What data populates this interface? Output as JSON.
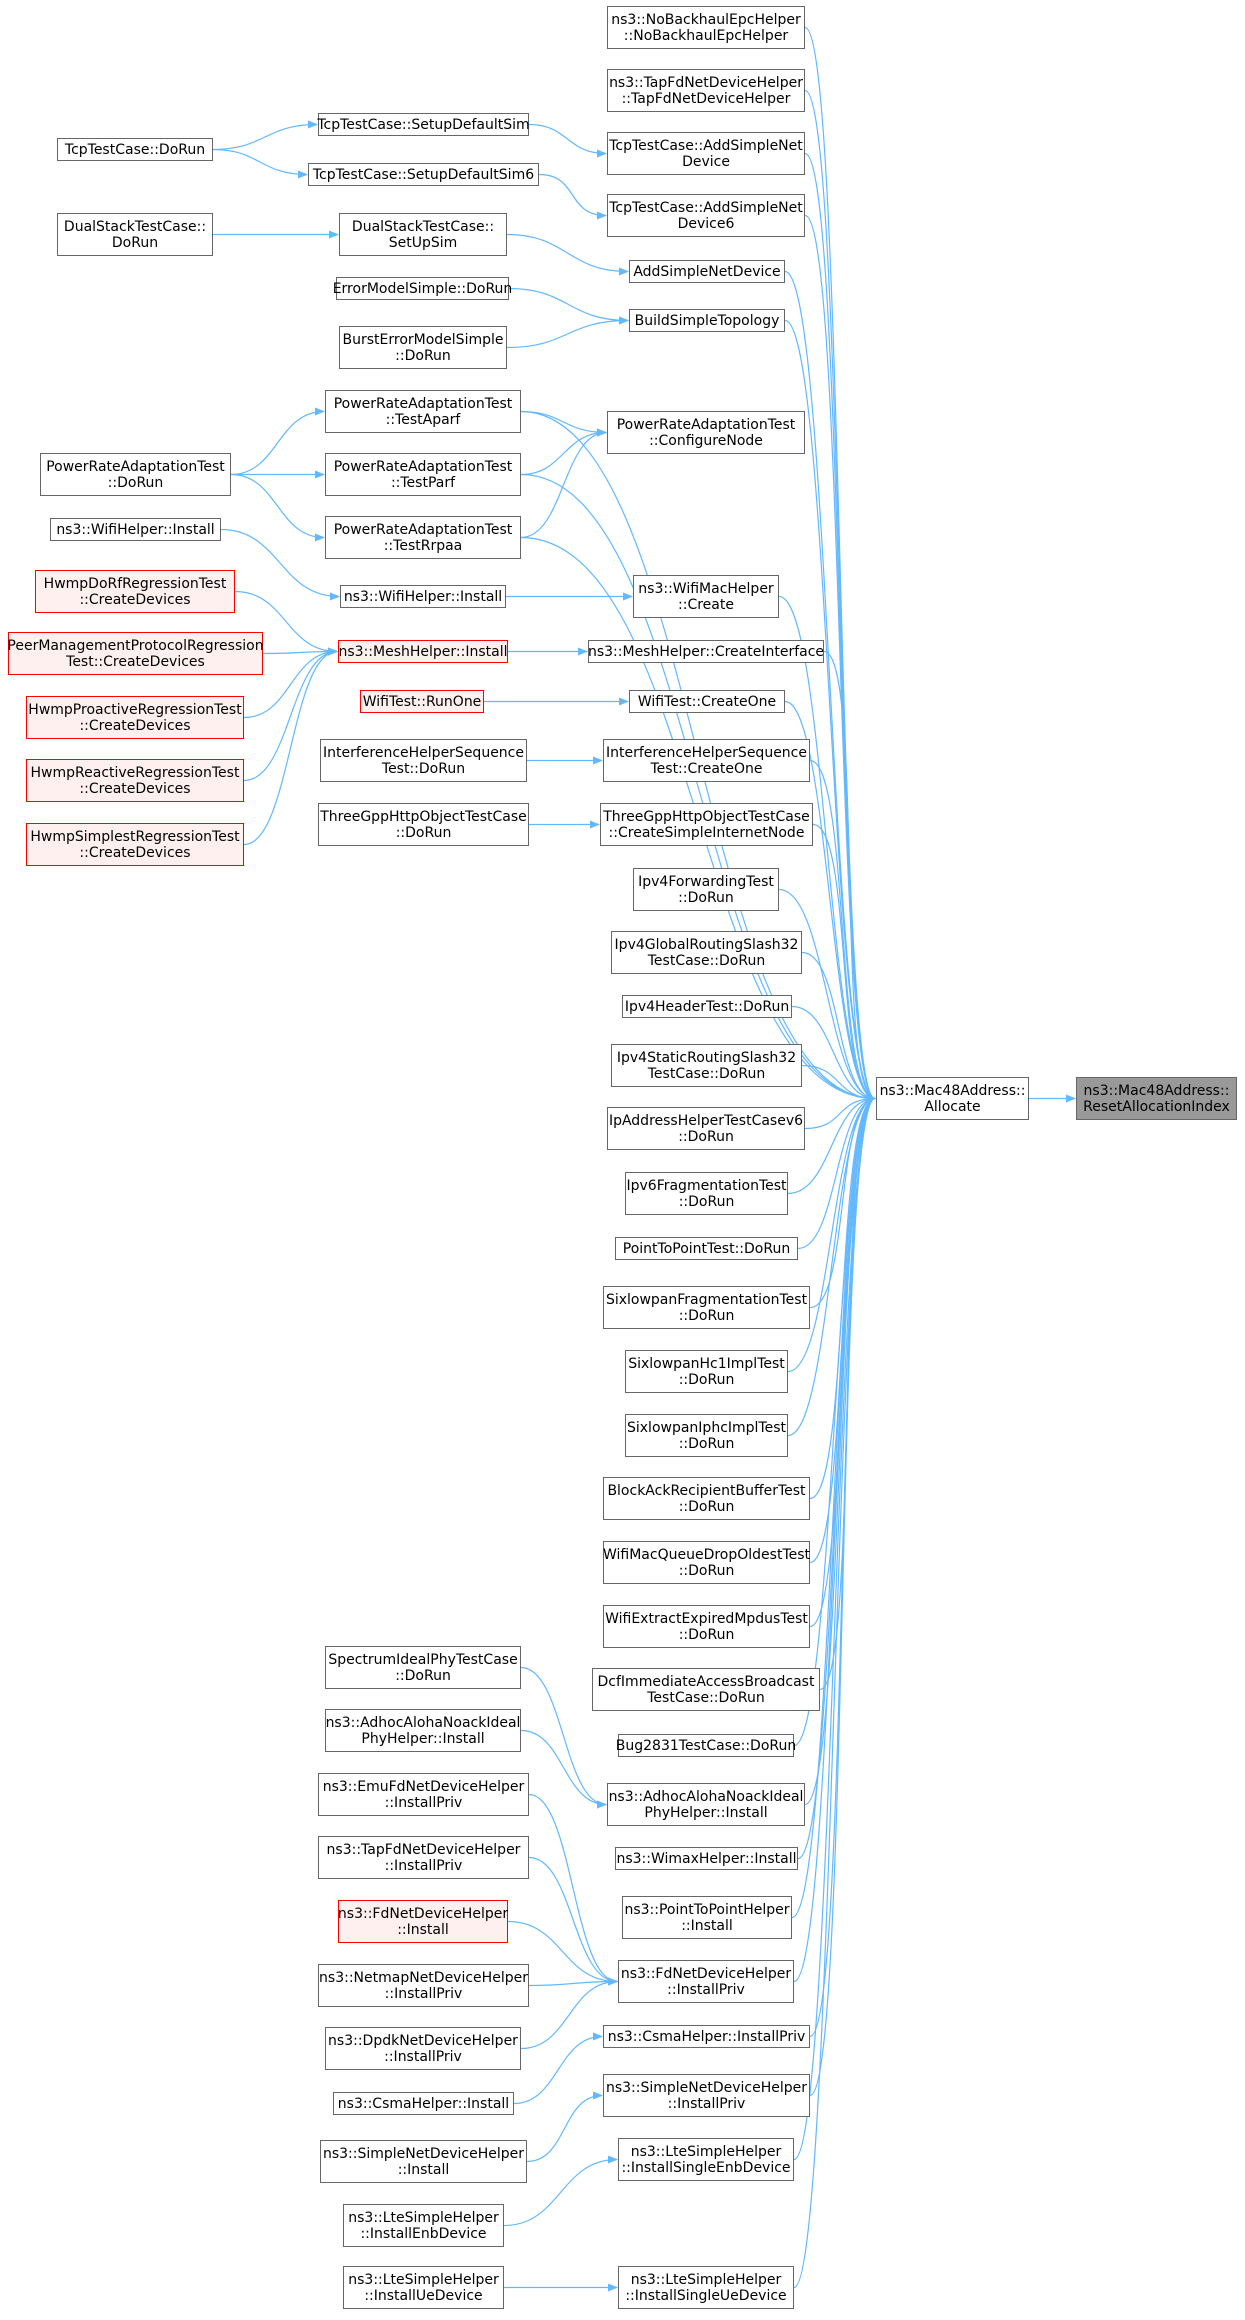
{
  "colors": {
    "edge": "#63b8ff",
    "node_border": "#666666",
    "incomplete_border": "#ff0000",
    "incomplete_fill": "#fff0f0",
    "root_fill": "#999999"
  },
  "nodes": [
    {
      "id": "reset",
      "label": "ns3::Mac48Address::\nResetAllocationIndex",
      "style": "root"
    },
    {
      "id": "allocate",
      "label": "ns3::Mac48Address::\nAllocate",
      "style": "normal"
    },
    {
      "id": "nobackhaul",
      "label": "ns3::NoBackhaulEpcHelper\n::NoBackhaulEpcHelper",
      "style": "normal"
    },
    {
      "id": "tapfdctor",
      "label": "ns3::TapFdNetDeviceHelper\n::TapFdNetDeviceHelper",
      "style": "normal"
    },
    {
      "id": "tcpadd",
      "label": "TcpTestCase::AddSimpleNet\nDevice",
      "style": "normal"
    },
    {
      "id": "tcpadd6",
      "label": "TcpTestCase::AddSimpleNet\nDevice6",
      "style": "normal"
    },
    {
      "id": "addsimple",
      "label": "AddSimpleNetDevice",
      "style": "normal"
    },
    {
      "id": "buildsimple",
      "label": "BuildSimpleTopology",
      "style": "normal"
    },
    {
      "id": "configurenode",
      "label": "PowerRateAdaptationTest\n::ConfigureNode",
      "style": "normal"
    },
    {
      "id": "wifimaccreate",
      "label": "ns3::WifiMacHelper\n::Create",
      "style": "normal"
    },
    {
      "id": "meshcreateif",
      "label": "ns3::MeshHelper::CreateInterface",
      "style": "normal"
    },
    {
      "id": "wificreateone",
      "label": "WifiTest::CreateOne",
      "style": "normal"
    },
    {
      "id": "interfcreateone",
      "label": "InterferenceHelperSequence\nTest::CreateOne",
      "style": "normal"
    },
    {
      "id": "threegppcreate",
      "label": "ThreeGppHttpObjectTestCase\n::CreateSimpleInternetNode",
      "style": "normal"
    },
    {
      "id": "ipv4fwd",
      "label": "Ipv4ForwardingTest\n::DoRun",
      "style": "normal"
    },
    {
      "id": "ipv4glob",
      "label": "Ipv4GlobalRoutingSlash32\nTestCase::DoRun",
      "style": "normal"
    },
    {
      "id": "ipv4hdr",
      "label": "Ipv4HeaderTest::DoRun",
      "style": "normal"
    },
    {
      "id": "ipv4static",
      "label": "Ipv4StaticRoutingSlash32\nTestCase::DoRun",
      "style": "normal"
    },
    {
      "id": "ipaddrv6",
      "label": "IpAddressHelperTestCasev6\n::DoRun",
      "style": "normal"
    },
    {
      "id": "ipv6frag",
      "label": "Ipv6FragmentationTest\n::DoRun",
      "style": "normal"
    },
    {
      "id": "p2ptest",
      "label": "PointToPointTest::DoRun",
      "style": "normal"
    },
    {
      "id": "sixfrag",
      "label": "SixlowpanFragmentationTest\n::DoRun",
      "style": "normal"
    },
    {
      "id": "sixhc1",
      "label": "SixlowpanHc1ImplTest\n::DoRun",
      "style": "normal"
    },
    {
      "id": "sixiphc",
      "label": "SixlowpanIphcImplTest\n::DoRun",
      "style": "normal"
    },
    {
      "id": "blockack",
      "label": "BlockAckRecipientBufferTest\n::DoRun",
      "style": "normal"
    },
    {
      "id": "wifimacq",
      "label": "WifiMacQueueDropOldestTest\n::DoRun",
      "style": "normal"
    },
    {
      "id": "wifiextract",
      "label": "WifiExtractExpiredMpdusTest\n::DoRun",
      "style": "normal"
    },
    {
      "id": "dcfimm",
      "label": "DcfImmediateAccessBroadcast\nTestCase::DoRun",
      "style": "normal"
    },
    {
      "id": "bug2831",
      "label": "Bug2831TestCase::DoRun",
      "style": "normal"
    },
    {
      "id": "adhocinstall_r",
      "label": "ns3::AdhocAlohaNoackIdeal\nPhyHelper::Install",
      "style": "normal"
    },
    {
      "id": "wimax",
      "label": "ns3::WimaxHelper::Install",
      "style": "normal"
    },
    {
      "id": "p2pinstall",
      "label": "ns3::PointToPointHelper\n::Install",
      "style": "normal"
    },
    {
      "id": "fdinstallpriv",
      "label": "ns3::FdNetDeviceHelper\n::InstallPriv",
      "style": "normal"
    },
    {
      "id": "csmainstallpriv",
      "label": "ns3::CsmaHelper::InstallPriv",
      "style": "normal"
    },
    {
      "id": "simplenetpriv",
      "label": "ns3::SimpleNetDeviceHelper\n::InstallPriv",
      "style": "normal"
    },
    {
      "id": "ltesingleenb",
      "label": "ns3::LteSimpleHelper\n::InstallSingleEnbDevice",
      "style": "normal"
    },
    {
      "id": "ltesingleue",
      "label": "ns3::LteSimpleHelper\n::InstallSingleUeDevice",
      "style": "normal"
    },
    {
      "id": "tcpsetup",
      "label": "TcpTestCase::SetupDefaultSim",
      "style": "normal"
    },
    {
      "id": "tcpsetup6",
      "label": "TcpTestCase::SetupDefaultSim6",
      "style": "normal"
    },
    {
      "id": "dualsetup",
      "label": "DualStackTestCase::\nSetUpSim",
      "style": "normal"
    },
    {
      "id": "errmodel",
      "label": "ErrorModelSimple::DoRun",
      "style": "normal"
    },
    {
      "id": "bursterr",
      "label": "BurstErrorModelSimple\n::DoRun",
      "style": "normal"
    },
    {
      "id": "praaparf",
      "label": "PowerRateAdaptationTest\n::TestAparf",
      "style": "normal"
    },
    {
      "id": "praparf",
      "label": "PowerRateAdaptationTest\n::TestParf",
      "style": "normal"
    },
    {
      "id": "prarrpaa",
      "label": "PowerRateAdaptationTest\n::TestRrpaa",
      "style": "normal"
    },
    {
      "id": "wifihelperinstall2",
      "label": "ns3::WifiHelper::Install",
      "style": "normal"
    },
    {
      "id": "meshinstall",
      "label": "ns3::MeshHelper::Install",
      "style": "red"
    },
    {
      "id": "wifirunone",
      "label": "WifiTest::RunOne",
      "style": "red"
    },
    {
      "id": "interfdorun",
      "label": "InterferenceHelperSequence\nTest::DoRun",
      "style": "normal"
    },
    {
      "id": "threegppdorun",
      "label": "ThreeGppHttpObjectTestCase\n::DoRun",
      "style": "normal"
    },
    {
      "id": "spectrumideal",
      "label": "SpectrumIdealPhyTestCase\n::DoRun",
      "style": "normal"
    },
    {
      "id": "adhocinstall_l",
      "label": "ns3::AdhocAlohaNoackIdeal\nPhyHelper::Install",
      "style": "normal"
    },
    {
      "id": "emufd",
      "label": "ns3::EmuFdNetDeviceHelper\n::InstallPriv",
      "style": "normal"
    },
    {
      "id": "tapfdpriv",
      "label": "ns3::TapFdNetDeviceHelper\n::InstallPriv",
      "style": "normal"
    },
    {
      "id": "fdinstall",
      "label": "ns3::FdNetDeviceHelper\n::Install",
      "style": "red"
    },
    {
      "id": "netmap",
      "label": "ns3::NetmapNetDeviceHelper\n::InstallPriv",
      "style": "normal"
    },
    {
      "id": "dpdk",
      "label": "ns3::DpdkNetDeviceHelper\n::InstallPriv",
      "style": "normal"
    },
    {
      "id": "csmainstall",
      "label": "ns3::CsmaHelper::Install",
      "style": "normal"
    },
    {
      "id": "simplenetinstall",
      "label": "ns3::SimpleNetDeviceHelper\n::Install",
      "style": "normal"
    },
    {
      "id": "lteenb",
      "label": "ns3::LteSimpleHelper\n::InstallEnbDevice",
      "style": "normal"
    },
    {
      "id": "lteue",
      "label": "ns3::LteSimpleHelper\n::InstallUeDevice",
      "style": "normal"
    },
    {
      "id": "tcpdorun",
      "label": "TcpTestCase::DoRun",
      "style": "normal"
    },
    {
      "id": "dualdorun",
      "label": "DualStackTestCase::\nDoRun",
      "style": "normal"
    },
    {
      "id": "pradorun",
      "label": "PowerRateAdaptationTest\n::DoRun",
      "style": "normal"
    },
    {
      "id": "wifihelperinstall1",
      "label": "ns3::WifiHelper::Install",
      "style": "normal"
    },
    {
      "id": "hwmpdorf",
      "label": "HwmpDoRfRegressionTest\n::CreateDevices",
      "style": "red"
    },
    {
      "id": "peermgmt",
      "label": "PeerManagementProtocolRegression\nTest::CreateDevices",
      "style": "red"
    },
    {
      "id": "hwmpproactive",
      "label": "HwmpProactiveRegressionTest\n::CreateDevices",
      "style": "red"
    },
    {
      "id": "hwmpreactive",
      "label": "HwmpReactiveRegressionTest\n::CreateDevices",
      "style": "red"
    },
    {
      "id": "hwmpsimplest",
      "label": "HwmpSimplestRegressionTest\n::CreateDevices",
      "style": "red"
    }
  ],
  "edges": [
    [
      "allocate",
      "reset"
    ],
    [
      "nobackhaul",
      "allocate"
    ],
    [
      "tapfdctor",
      "allocate"
    ],
    [
      "tcpadd",
      "allocate"
    ],
    [
      "tcpadd6",
      "allocate"
    ],
    [
      "addsimple",
      "allocate"
    ],
    [
      "buildsimple",
      "allocate"
    ],
    [
      "praaparf",
      "allocate"
    ],
    [
      "praparf",
      "allocate"
    ],
    [
      "prarrpaa",
      "allocate"
    ],
    [
      "wifimaccreate",
      "allocate"
    ],
    [
      "meshcreateif",
      "allocate"
    ],
    [
      "wificreateone",
      "allocate"
    ],
    [
      "interfcreateone",
      "allocate"
    ],
    [
      "threegppcreate",
      "allocate"
    ],
    [
      "ipv4fwd",
      "allocate"
    ],
    [
      "ipv4glob",
      "allocate"
    ],
    [
      "ipv4hdr",
      "allocate"
    ],
    [
      "ipv4static",
      "allocate"
    ],
    [
      "ipaddrv6",
      "allocate"
    ],
    [
      "ipv6frag",
      "allocate"
    ],
    [
      "p2ptest",
      "allocate"
    ],
    [
      "sixfrag",
      "allocate"
    ],
    [
      "sixhc1",
      "allocate"
    ],
    [
      "sixiphc",
      "allocate"
    ],
    [
      "blockack",
      "allocate"
    ],
    [
      "wifimacq",
      "allocate"
    ],
    [
      "wifiextract",
      "allocate"
    ],
    [
      "dcfimm",
      "allocate"
    ],
    [
      "bug2831",
      "allocate"
    ],
    [
      "adhocinstall_r",
      "allocate"
    ],
    [
      "wimax",
      "allocate"
    ],
    [
      "p2pinstall",
      "allocate"
    ],
    [
      "fdinstallpriv",
      "allocate"
    ],
    [
      "csmainstallpriv",
      "allocate"
    ],
    [
      "simplenetpriv",
      "allocate"
    ],
    [
      "ltesingleenb",
      "allocate"
    ],
    [
      "ltesingleue",
      "allocate"
    ],
    [
      "tcpsetup",
      "tcpadd"
    ],
    [
      "tcpsetup6",
      "tcpadd6"
    ],
    [
      "dualsetup",
      "addsimple"
    ],
    [
      "errmodel",
      "buildsimple"
    ],
    [
      "bursterr",
      "buildsimple"
    ],
    [
      "praaparf",
      "configurenode"
    ],
    [
      "praparf",
      "configurenode"
    ],
    [
      "prarrpaa",
      "configurenode"
    ],
    [
      "wifihelperinstall2",
      "wifimaccreate"
    ],
    [
      "meshinstall",
      "meshcreateif"
    ],
    [
      "wifirunone",
      "wificreateone"
    ],
    [
      "interfdorun",
      "interfcreateone"
    ],
    [
      "threegppdorun",
      "threegppcreate"
    ],
    [
      "spectrumideal",
      "adhocinstall_r"
    ],
    [
      "adhocinstall_l",
      "adhocinstall_r"
    ],
    [
      "emufd",
      "fdinstallpriv"
    ],
    [
      "tapfdpriv",
      "fdinstallpriv"
    ],
    [
      "fdinstall",
      "fdinstallpriv"
    ],
    [
      "netmap",
      "fdinstallpriv"
    ],
    [
      "dpdk",
      "fdinstallpriv"
    ],
    [
      "csmainstall",
      "csmainstallpriv"
    ],
    [
      "simplenetinstall",
      "simplenetpriv"
    ],
    [
      "lteenb",
      "ltesingleenb"
    ],
    [
      "lteue",
      "ltesingleue"
    ],
    [
      "tcpdorun",
      "tcpsetup"
    ],
    [
      "tcpdorun",
      "tcpsetup6"
    ],
    [
      "dualdorun",
      "dualsetup"
    ],
    [
      "pradorun",
      "praaparf"
    ],
    [
      "pradorun",
      "praparf"
    ],
    [
      "pradorun",
      "prarrpaa"
    ],
    [
      "wifihelperinstall1",
      "wifihelperinstall2"
    ],
    [
      "hwmpdorf",
      "meshinstall"
    ],
    [
      "peermgmt",
      "meshinstall"
    ],
    [
      "hwmpproactive",
      "meshinstall"
    ],
    [
      "hwmpreactive",
      "meshinstall"
    ],
    [
      "hwmpsimplest",
      "meshinstall"
    ]
  ]
}
